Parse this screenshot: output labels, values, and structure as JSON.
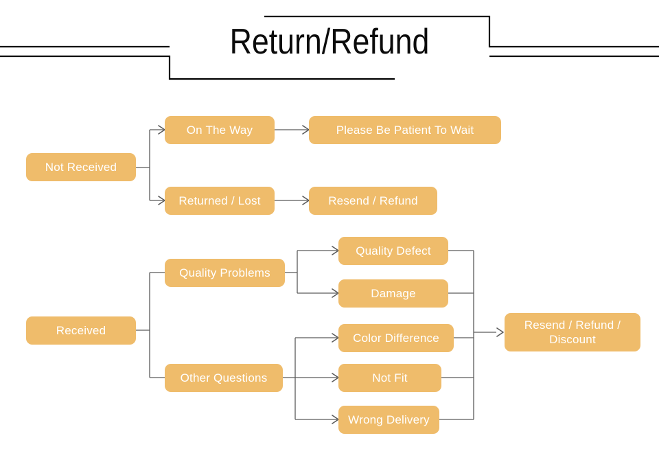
{
  "header": {
    "title": "Return/Refund",
    "rule_color": "#000000"
  },
  "theme": {
    "node_fill": "#efbc6b",
    "node_text": "#ffffff",
    "connector": "#5a5a5a",
    "background": "#ffffff"
  },
  "flow": {
    "nodes": {
      "not_received": "Not Received",
      "on_the_way": "On The Way",
      "returned_lost": "Returned / Lost",
      "please_wait": "Please Be Patient To Wait",
      "resend_refund": "Resend / Refund",
      "received": "Received",
      "quality_problems": "Quality Problems",
      "other_questions": "Other Questions",
      "quality_defect": "Quality Defect",
      "damage": "Damage",
      "color_difference": "Color Difference",
      "not_fit": "Not Fit",
      "wrong_delivery": "Wrong Delivery",
      "resend_refund_discount": "Resend / Refund /\nDiscount"
    },
    "edges": [
      {
        "from": "not_received",
        "to": "on_the_way"
      },
      {
        "from": "not_received",
        "to": "returned_lost"
      },
      {
        "from": "on_the_way",
        "to": "please_wait"
      },
      {
        "from": "returned_lost",
        "to": "resend_refund"
      },
      {
        "from": "received",
        "to": "quality_problems"
      },
      {
        "from": "received",
        "to": "other_questions"
      },
      {
        "from": "quality_problems",
        "to": "quality_defect"
      },
      {
        "from": "quality_problems",
        "to": "damage"
      },
      {
        "from": "other_questions",
        "to": "color_difference"
      },
      {
        "from": "other_questions",
        "to": "not_fit"
      },
      {
        "from": "other_questions",
        "to": "wrong_delivery"
      },
      {
        "from": "quality_defect",
        "to": "resend_refund_discount"
      },
      {
        "from": "damage",
        "to": "resend_refund_discount"
      },
      {
        "from": "color_difference",
        "to": "resend_refund_discount"
      },
      {
        "from": "not_fit",
        "to": "resend_refund_discount"
      },
      {
        "from": "wrong_delivery",
        "to": "resend_refund_discount"
      }
    ]
  }
}
